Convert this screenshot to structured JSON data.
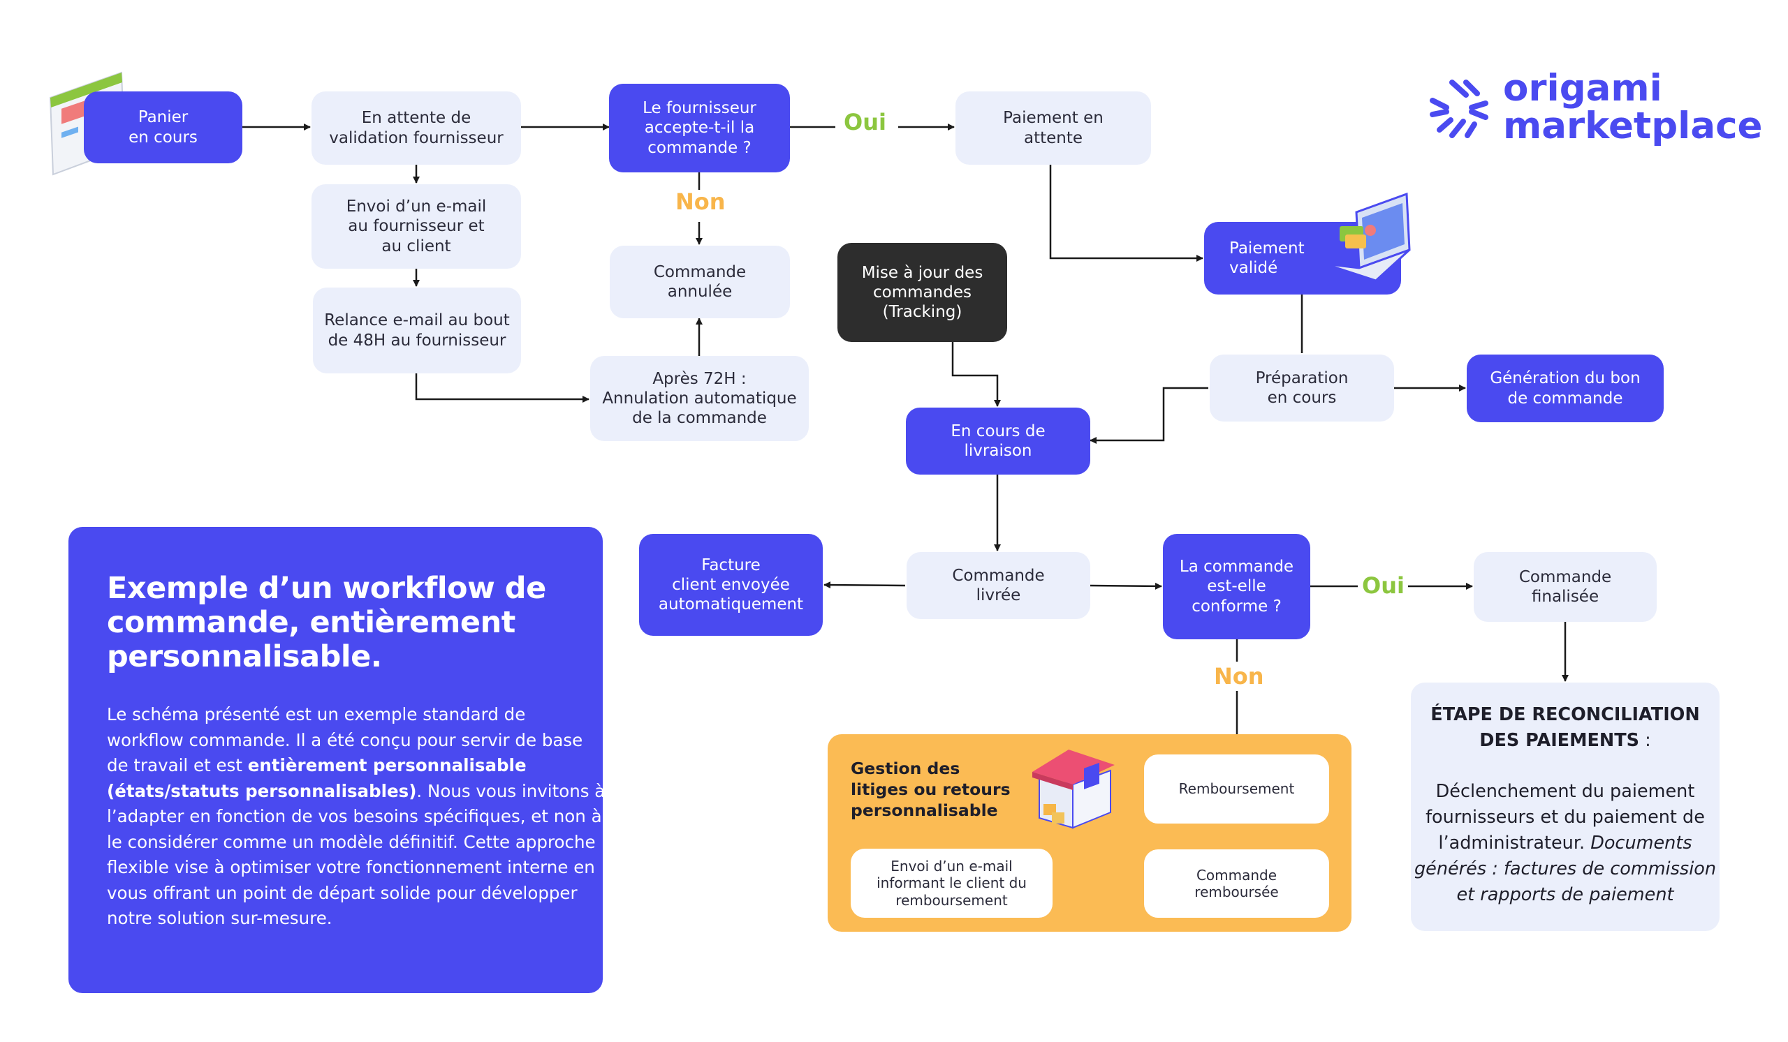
{
  "brand": {
    "name_line1": "origami",
    "name_line2": "marketplace",
    "color": "#4a4af0"
  },
  "colors": {
    "accent_blue": "#4a4af0",
    "light_node": "#ebeffb",
    "dark_node": "#2d2d2d",
    "yes_green": "#8cc63f",
    "no_orange": "#f8b54a",
    "dispute_panel": "#fbbb54"
  },
  "nodes": {
    "cart": [
      "Panier",
      "en cours"
    ],
    "supplier_validation": [
      "En attente de",
      "validation fournisseur"
    ],
    "email_sent": [
      "Envoi d’un e-mail",
      "au fournisseur et",
      "au client"
    ],
    "reminder": [
      "Relance e-mail au bout",
      "de 48H au fournisseur"
    ],
    "supplier_accepts": [
      "Le fournisseur",
      "accepte-t-il la",
      "commande ?"
    ],
    "order_cancelled": [
      "Commande",
      "annulée"
    ],
    "auto_cancel": [
      "Après 72H :",
      "Annulation automatique",
      "de la commande"
    ],
    "payment_pending": [
      "Paiement en",
      "attente"
    ],
    "tracking_update": [
      "Mise à jour des",
      "commandes",
      "(Tracking)"
    ],
    "payment_validated": [
      "Paiement",
      "validé"
    ],
    "preparation": [
      "Préparation",
      "en cours"
    ],
    "purchase_order": [
      "Génération du bon",
      "de commande"
    ],
    "in_delivery": [
      "En cours de",
      "livraison"
    ],
    "delivered": [
      "Commande",
      "livrée"
    ],
    "invoice_sent": [
      "Facture",
      "client envoyée",
      "automatiquement"
    ],
    "order_compliant": [
      "La commande",
      "est-elle",
      "conforme ?"
    ],
    "order_finalized": [
      "Commande",
      "finalisée"
    ],
    "refund": [
      "Remboursement"
    ],
    "refunded_order": [
      "Commande",
      "remboursée"
    ],
    "refund_email": [
      "Envoi d’un e-mail",
      "informant le client du",
      "remboursement"
    ]
  },
  "decisions": {
    "yes_label": "Oui",
    "no_label": "Non"
  },
  "info_panel": {
    "title": [
      "Exemple d’un workflow de",
      "commande, entièrement",
      "personnalisable."
    ],
    "body_line1": "Le schéma présenté est un exemple standard de",
    "body_line2": "workflow commande. Il a été conçu pour servir de base",
    "body_line3_a": "de travail et est ",
    "body_line3_b": "entièrement personnalisable",
    "body_line4_a": "(états/statuts personnalisables)",
    "body_line4_b": ". Nous vous invitons à",
    "body_line5": "l’adapter en fonction de vos besoins spécifiques, et non à",
    "body_line6": "le considérer comme un modèle définitif. Cette approche",
    "body_line7": "flexible vise à optimiser votre fonctionnement interne en",
    "body_line8": "vous offrant un point de départ solide pour développer",
    "body_line9": "notre solution sur-mesure."
  },
  "disputes_panel": {
    "title": [
      "Gestion des",
      "litiges ou retours",
      "personnalisable"
    ]
  },
  "reconciliation": {
    "title_line1": "ÉTAPE DE RECONCILIATION",
    "title_line2_bold": "DES PAIEMENTS",
    "title_line2_rest": " :",
    "body_line1": "Déclenchement du paiement",
    "body_line2": "fournisseurs et du paiement de",
    "body_line3_a": "l’administrateur. ",
    "body_line3_b": "Documents",
    "body_line4": "générés : factures de commission",
    "body_line5": "et rapports de paiement"
  }
}
